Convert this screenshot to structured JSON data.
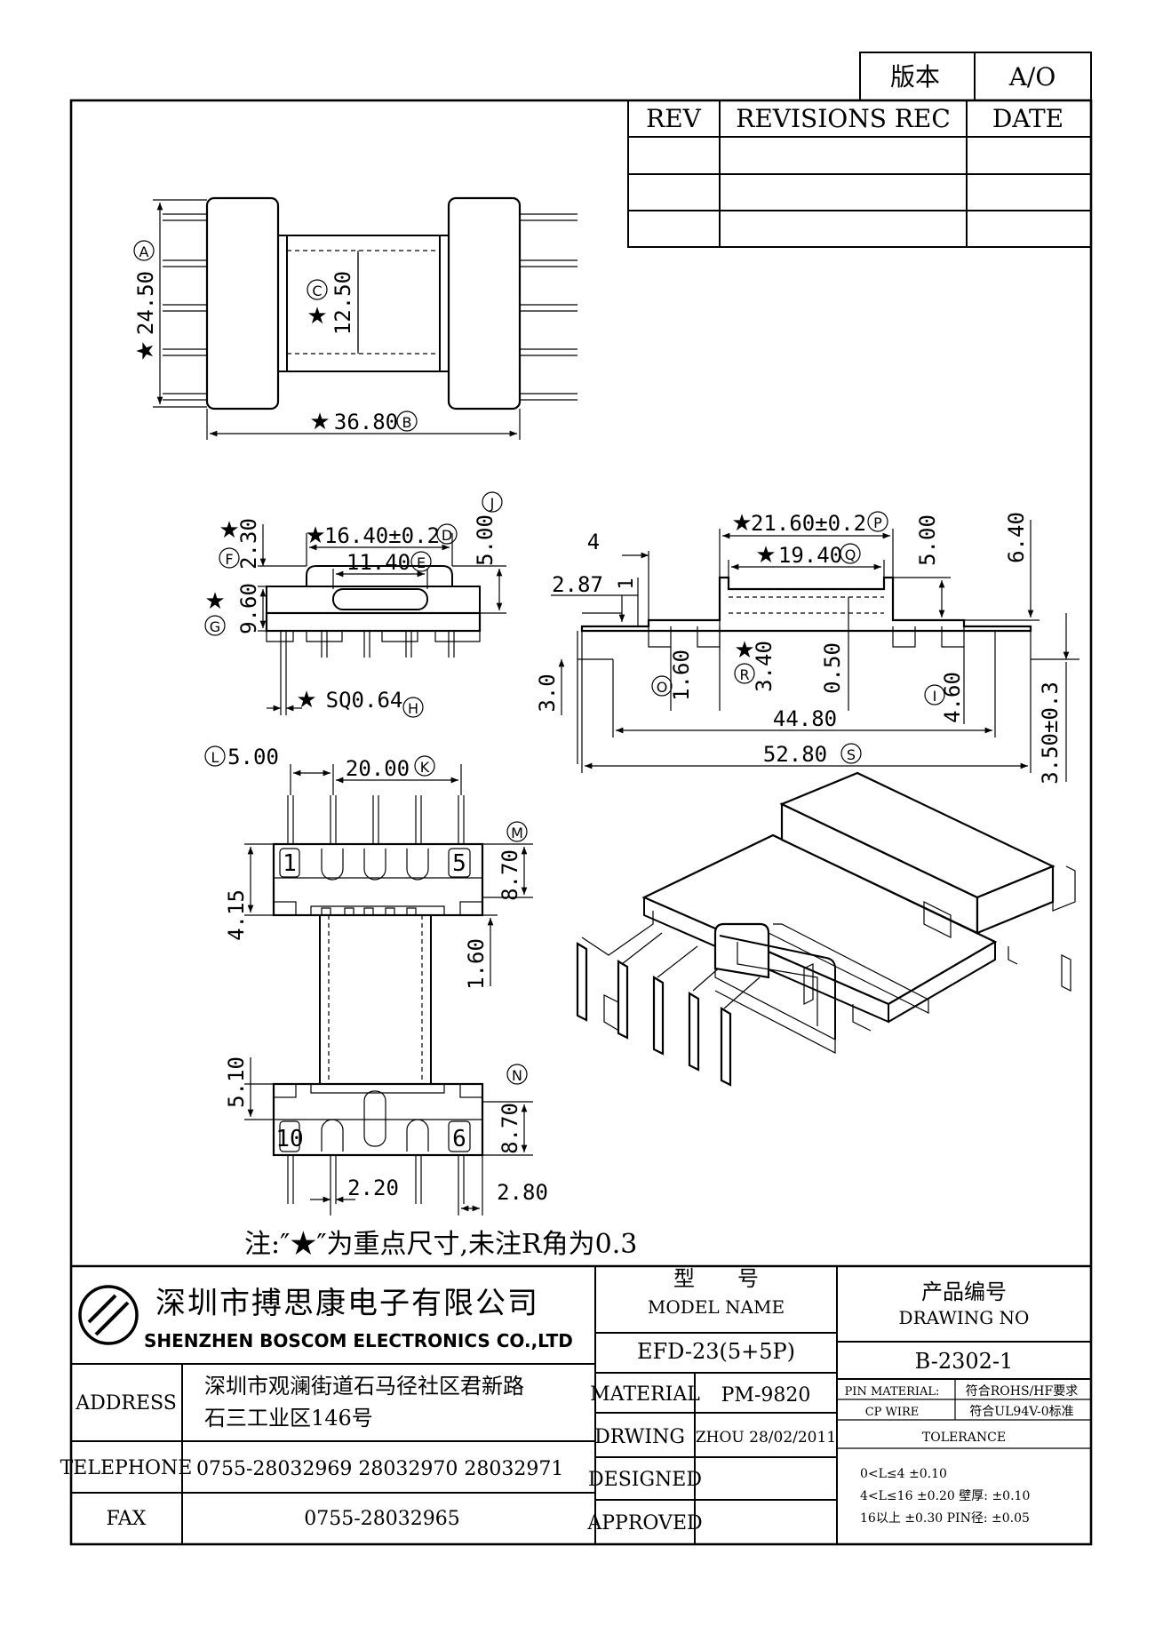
{
  "revision_box": {
    "version_label": "版本",
    "version_value": "A/O",
    "rev_header": "REV",
    "revisions_header": "REVISIONS REC",
    "date_header": "DATE"
  },
  "dims": {
    "a": "A",
    "b": "B",
    "c": "C",
    "d": "D",
    "e": "E",
    "f": "F",
    "g": "G",
    "h": "H",
    "i": "I",
    "j": "J",
    "k": "K",
    "l": "L",
    "m": "M",
    "n": "N",
    "o": "O",
    "p": "P",
    "q": "Q",
    "r": "R",
    "s": "S",
    "star": "★",
    "d_24_50": "24.50",
    "d_12_50": "12.50",
    "d_36_80": "36.80",
    "d_2_30": "2.30",
    "d_16_40": "16.40±0.2",
    "d_11_40": "11.40",
    "d_5_00_j": "5.00",
    "d_9_60": "9.60",
    "d_sq064": "SQ0.64",
    "d_4": "4",
    "d_2_87": "2.87",
    "d_1": "1",
    "d_21_60": "21.60±0.2",
    "d_19_40": "19.40",
    "d_5_00_b": "5.00",
    "d_6_40": "6.40",
    "d_3_0": "3.0",
    "d_1_60_a": "1.60",
    "d_3_40": "3.40",
    "d_0_50": "0.50",
    "d_4_60": "4.60",
    "d_44_80": "44.80",
    "d_52_80": "52.80",
    "d_3_50": "3.50±0.3",
    "d_5_00_l": "5.00",
    "d_20_00": "20.00",
    "d_4_15": "4.15",
    "d_8_70_m": "8.70",
    "d_1_60_b": "1.60",
    "d_5_10": "5.10",
    "d_8_70_n": "8.70",
    "d_2_20": "2.20",
    "d_2_80": "2.80",
    "pin_1": "1",
    "pin_5": "5",
    "pin_10": "10",
    "pin_6": "6"
  },
  "note": "注:″★″为重点尺寸,未注R角为0.3",
  "title_block": {
    "company_cn": "深圳市搏思康电子有限公司",
    "company_en": "SHENZHEN BOSCOM ELECTRONICS CO.,LTD",
    "model_label_cn": "型　　号",
    "model_label_en": "MODEL NAME",
    "model_value": "EFD-23(5+5P)",
    "drawing_no_label_cn": "产品编号",
    "drawing_no_label_en": "DRAWING NO",
    "drawing_no_value": "B-2302-1",
    "address_label": "ADDRESS",
    "address_line1": "深圳市观澜街道石马径社区君新路",
    "address_line2": "石三工业区146号",
    "telephone_label": "TELEPHONE",
    "telephone_value": "0755-28032969 28032970 28032971",
    "fax_label": "FAX",
    "fax_value": "0755-28032965",
    "material_label": "MATERIAL",
    "material_value": "PM-9820",
    "drwing_label": "DRWING",
    "drwing_value": "ZHOU 28/02/2011",
    "designed_label": "DESIGNED",
    "approved_label": "APPROVED",
    "pin_material_label": "PIN MATERIAL:",
    "pin_material_value": "符合ROHS/HF要求",
    "cp_wire_label": "CP WIRE",
    "cp_wire_value": "符合UL94V-0标准",
    "tolerance_label": "TOLERANCE",
    "tol_line1": "0<L≤4  ±0.10",
    "tol_line2": "4<L≤16 ±0.20  壁厚:  ±0.10",
    "tol_line3": "16以上    ±0.30  PIN径: ±0.05"
  }
}
